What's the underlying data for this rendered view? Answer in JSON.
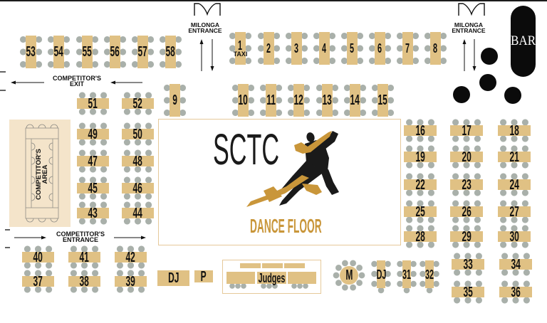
{
  "entrances": [
    {
      "line1": "MILONGA",
      "line2": "ENTRANCE"
    },
    {
      "line1": "MILONGA",
      "line2": "ENTRANCE"
    }
  ],
  "bar": {
    "label": "BAR"
  },
  "competitor_exit": {
    "line1": "COMPETITOR'S",
    "line2": "EXIT"
  },
  "competitor_entrance": {
    "line1": "COMPETITOR'S",
    "line2": "ENTRANCE"
  },
  "competitor_area": {
    "line1": "COMPETITOR'S",
    "line2": "AREA"
  },
  "dance_floor": {
    "logo_text": "SCTC",
    "label": "DANCE FLOOR"
  },
  "stations": {
    "dj_left": "DJ",
    "p": "P",
    "judges": "Judges",
    "m": "M",
    "dj_right": "DJ"
  },
  "tables": [
    {
      "number": "1",
      "note": "TAXI"
    },
    {
      "number": "2"
    },
    {
      "number": "3"
    },
    {
      "number": "4"
    },
    {
      "number": "5"
    },
    {
      "number": "6"
    },
    {
      "number": "7"
    },
    {
      "number": "8"
    },
    {
      "number": "9"
    },
    {
      "number": "10"
    },
    {
      "number": "11"
    },
    {
      "number": "12"
    },
    {
      "number": "13"
    },
    {
      "number": "14"
    },
    {
      "number": "15"
    },
    {
      "number": "16"
    },
    {
      "number": "17"
    },
    {
      "number": "18"
    },
    {
      "number": "19"
    },
    {
      "number": "20"
    },
    {
      "number": "21"
    },
    {
      "number": "22"
    },
    {
      "number": "23"
    },
    {
      "number": "24"
    },
    {
      "number": "25"
    },
    {
      "number": "26"
    },
    {
      "number": "27"
    },
    {
      "number": "28"
    },
    {
      "number": "29"
    },
    {
      "number": "30"
    },
    {
      "number": "31"
    },
    {
      "number": "32"
    },
    {
      "number": "33"
    },
    {
      "number": "34"
    },
    {
      "number": "35"
    },
    {
      "number": "36"
    },
    {
      "number": "37"
    },
    {
      "number": "38"
    },
    {
      "number": "39"
    },
    {
      "number": "40"
    },
    {
      "number": "41"
    },
    {
      "number": "42"
    },
    {
      "number": "43"
    },
    {
      "number": "44"
    },
    {
      "number": "45"
    },
    {
      "number": "46"
    },
    {
      "number": "47"
    },
    {
      "number": "48"
    },
    {
      "number": "49"
    },
    {
      "number": "50"
    },
    {
      "number": "51"
    },
    {
      "number": "52"
    },
    {
      "number": "53"
    },
    {
      "number": "54"
    },
    {
      "number": "55"
    },
    {
      "number": "56"
    },
    {
      "number": "57"
    },
    {
      "number": "58"
    }
  ],
  "colors": {
    "table": "#e0c184",
    "chair": "#a9b0aa",
    "accent_gold": "#c9963a",
    "floor_border": "#e6c99a",
    "competitor_area": "#f4e4ca",
    "ink": "#111111",
    "bar": "#0b0b0b"
  }
}
